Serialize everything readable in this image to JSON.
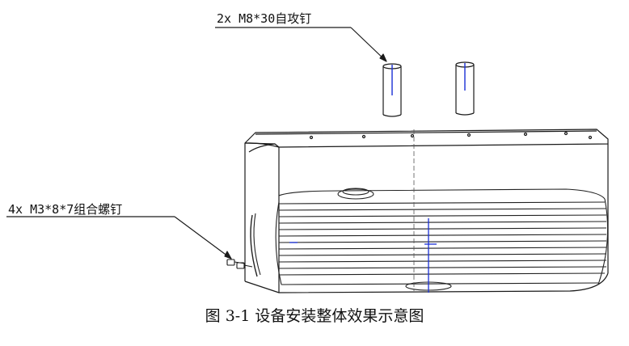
{
  "callouts": {
    "screws_top": "2x M8*30自攻钉",
    "screws_side": "4x M3*8*7组合螺钉"
  },
  "caption": "图 3-1 设备安装整体效果示意图",
  "colors": {
    "line": "#1a1a1a",
    "thin_line": "#555555",
    "axis_blue": "#1a2fd6",
    "background": "#ffffff"
  }
}
